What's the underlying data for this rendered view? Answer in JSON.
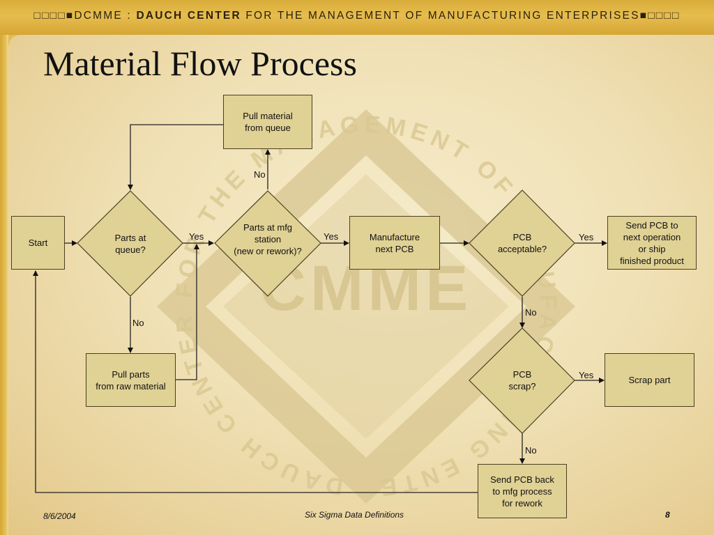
{
  "header": {
    "squares_left": "□□□□■",
    "prefix": "DCMME : ",
    "bold": "DAUCH CENTER",
    "suffix": " FOR THE MANAGEMENT OF MANUFACTURING ENTERPRISES",
    "squares_right": "■□□□□"
  },
  "title": "Material Flow Process",
  "watermark": {
    "ring_text": "DAUCH CENTER FOR THE MANAGEMENT OF MANUFACTURING ENTERPRISES THE",
    "logo_text": "CMME",
    "color": "#d6c38c"
  },
  "nodes": {
    "start": "Start",
    "pull_material": "Pull material\nfrom queue",
    "manufacture": "Manufacture\nnext PCB",
    "send_next": "Send PCB to\nnext operation\nor ship\nfinished product",
    "scrap_part": "Scrap part",
    "pull_parts": "Pull parts\nfrom raw material",
    "send_back": "Send PCB back\nto mfg process\nfor rework"
  },
  "decisions": {
    "parts_queue": "Parts at\nqueue?",
    "parts_station": "Parts at mfg\nstation\n(new or rework)?",
    "pcb_acceptable": "PCB\nacceptable?",
    "pcb_scrap": "PCB\nscrap?"
  },
  "edge_labels": {
    "yes1": "Yes",
    "no_up": "No",
    "yes2": "Yes",
    "yes3": "Yes",
    "no_queue": "No",
    "no_accept": "No",
    "yes_scrap": "Yes",
    "no_scrap": "No"
  },
  "footer": {
    "date": "8/6/2004",
    "center": "Six Sigma Data Definitions",
    "page": "8"
  },
  "colors": {
    "box_fill": "#e0d195",
    "line": "#222222",
    "bar": "#dcb040"
  }
}
